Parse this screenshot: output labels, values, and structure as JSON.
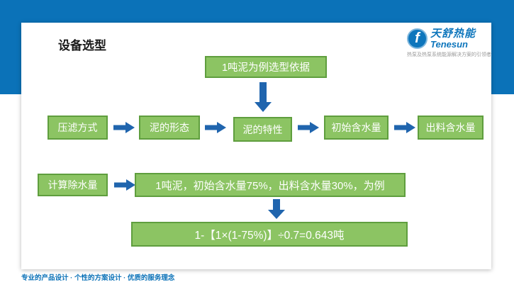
{
  "slide": {
    "title": "设备选型",
    "footer": "专业的产品设计 · 个性的方案设计 · 优质的服务理念"
  },
  "logo": {
    "icon_letter": "f",
    "name_cn": "天舒热能",
    "name_en": "Tenesun",
    "tagline": "热泵及热泵系统能源解决方案的引领者"
  },
  "flowchart": {
    "top_box": "1吨泥为例选型依据",
    "row1": [
      "压滤方式",
      "泥的形态",
      "泥的特性",
      "初始含水量",
      "出料含水量"
    ],
    "calc_label": "计算除水量",
    "calc_detail": "1吨泥，初始含水量75%，出料含水量30%，为例",
    "formula": "1-【1×(1-75%)】÷0.7=0.643吨"
  },
  "colors": {
    "header_blue": "#0b72b8",
    "box_green_fill": "#8cc463",
    "box_green_border": "#5f9e3e",
    "arrow_blue": "#2065ae",
    "logo_blue": "#0e76bc",
    "footer_blue": "#0b72b8"
  }
}
